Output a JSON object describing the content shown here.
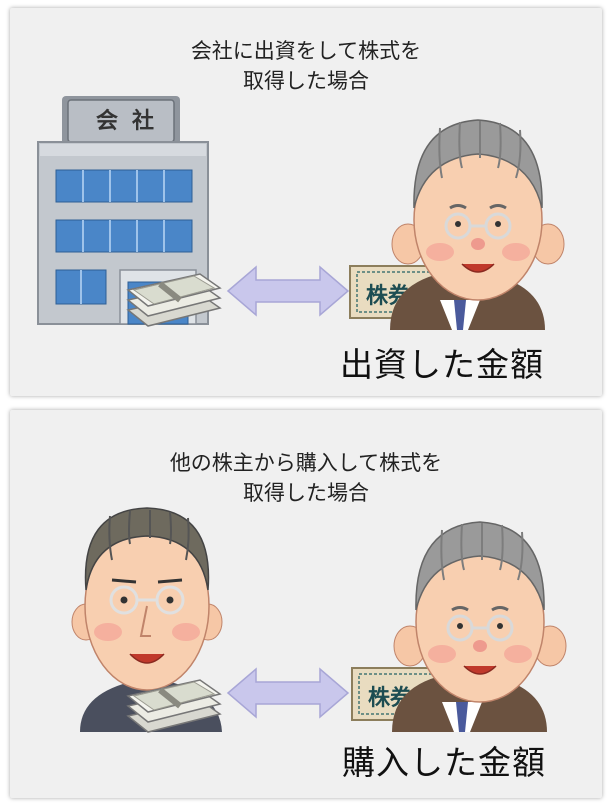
{
  "panel1": {
    "caption_line1": "会社に出資をして株式を",
    "caption_line2": "取得した場合",
    "company_sign": "会社",
    "stock_label": "株券",
    "amount_label": "出資した金額"
  },
  "panel2": {
    "caption_line1": "他の株主から購入して株式を",
    "caption_line2": "取得した場合",
    "stock_label": "株券",
    "amount_label": "購入した金額"
  },
  "colors": {
    "panel_bg": "#f0f0f0",
    "arrow": "#c9c7ec",
    "stock_certificate": "#e9dcc0",
    "building": "#b7bcc4",
    "window": "#4a86c8"
  }
}
